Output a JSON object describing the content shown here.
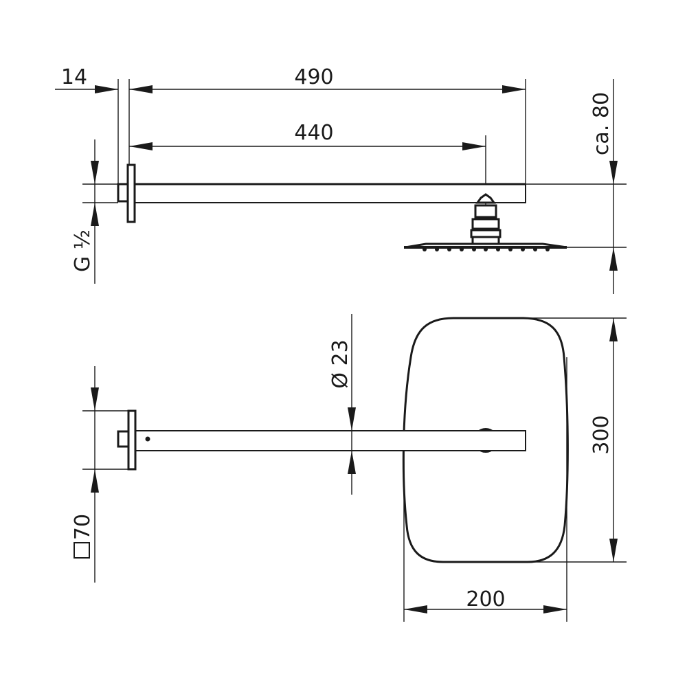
{
  "drawing": {
    "side_view": {
      "dims": {
        "wall_offset": "14",
        "total_length": "490",
        "arm_to_center": "440",
        "thread": "G ½",
        "height": "ca. 80"
      }
    },
    "top_view": {
      "dims": {
        "arm_diameter": "Ø 23",
        "flange_square": "70",
        "head_length": "300",
        "head_width": "200"
      }
    },
    "line_color": "#1a1a1a"
  }
}
